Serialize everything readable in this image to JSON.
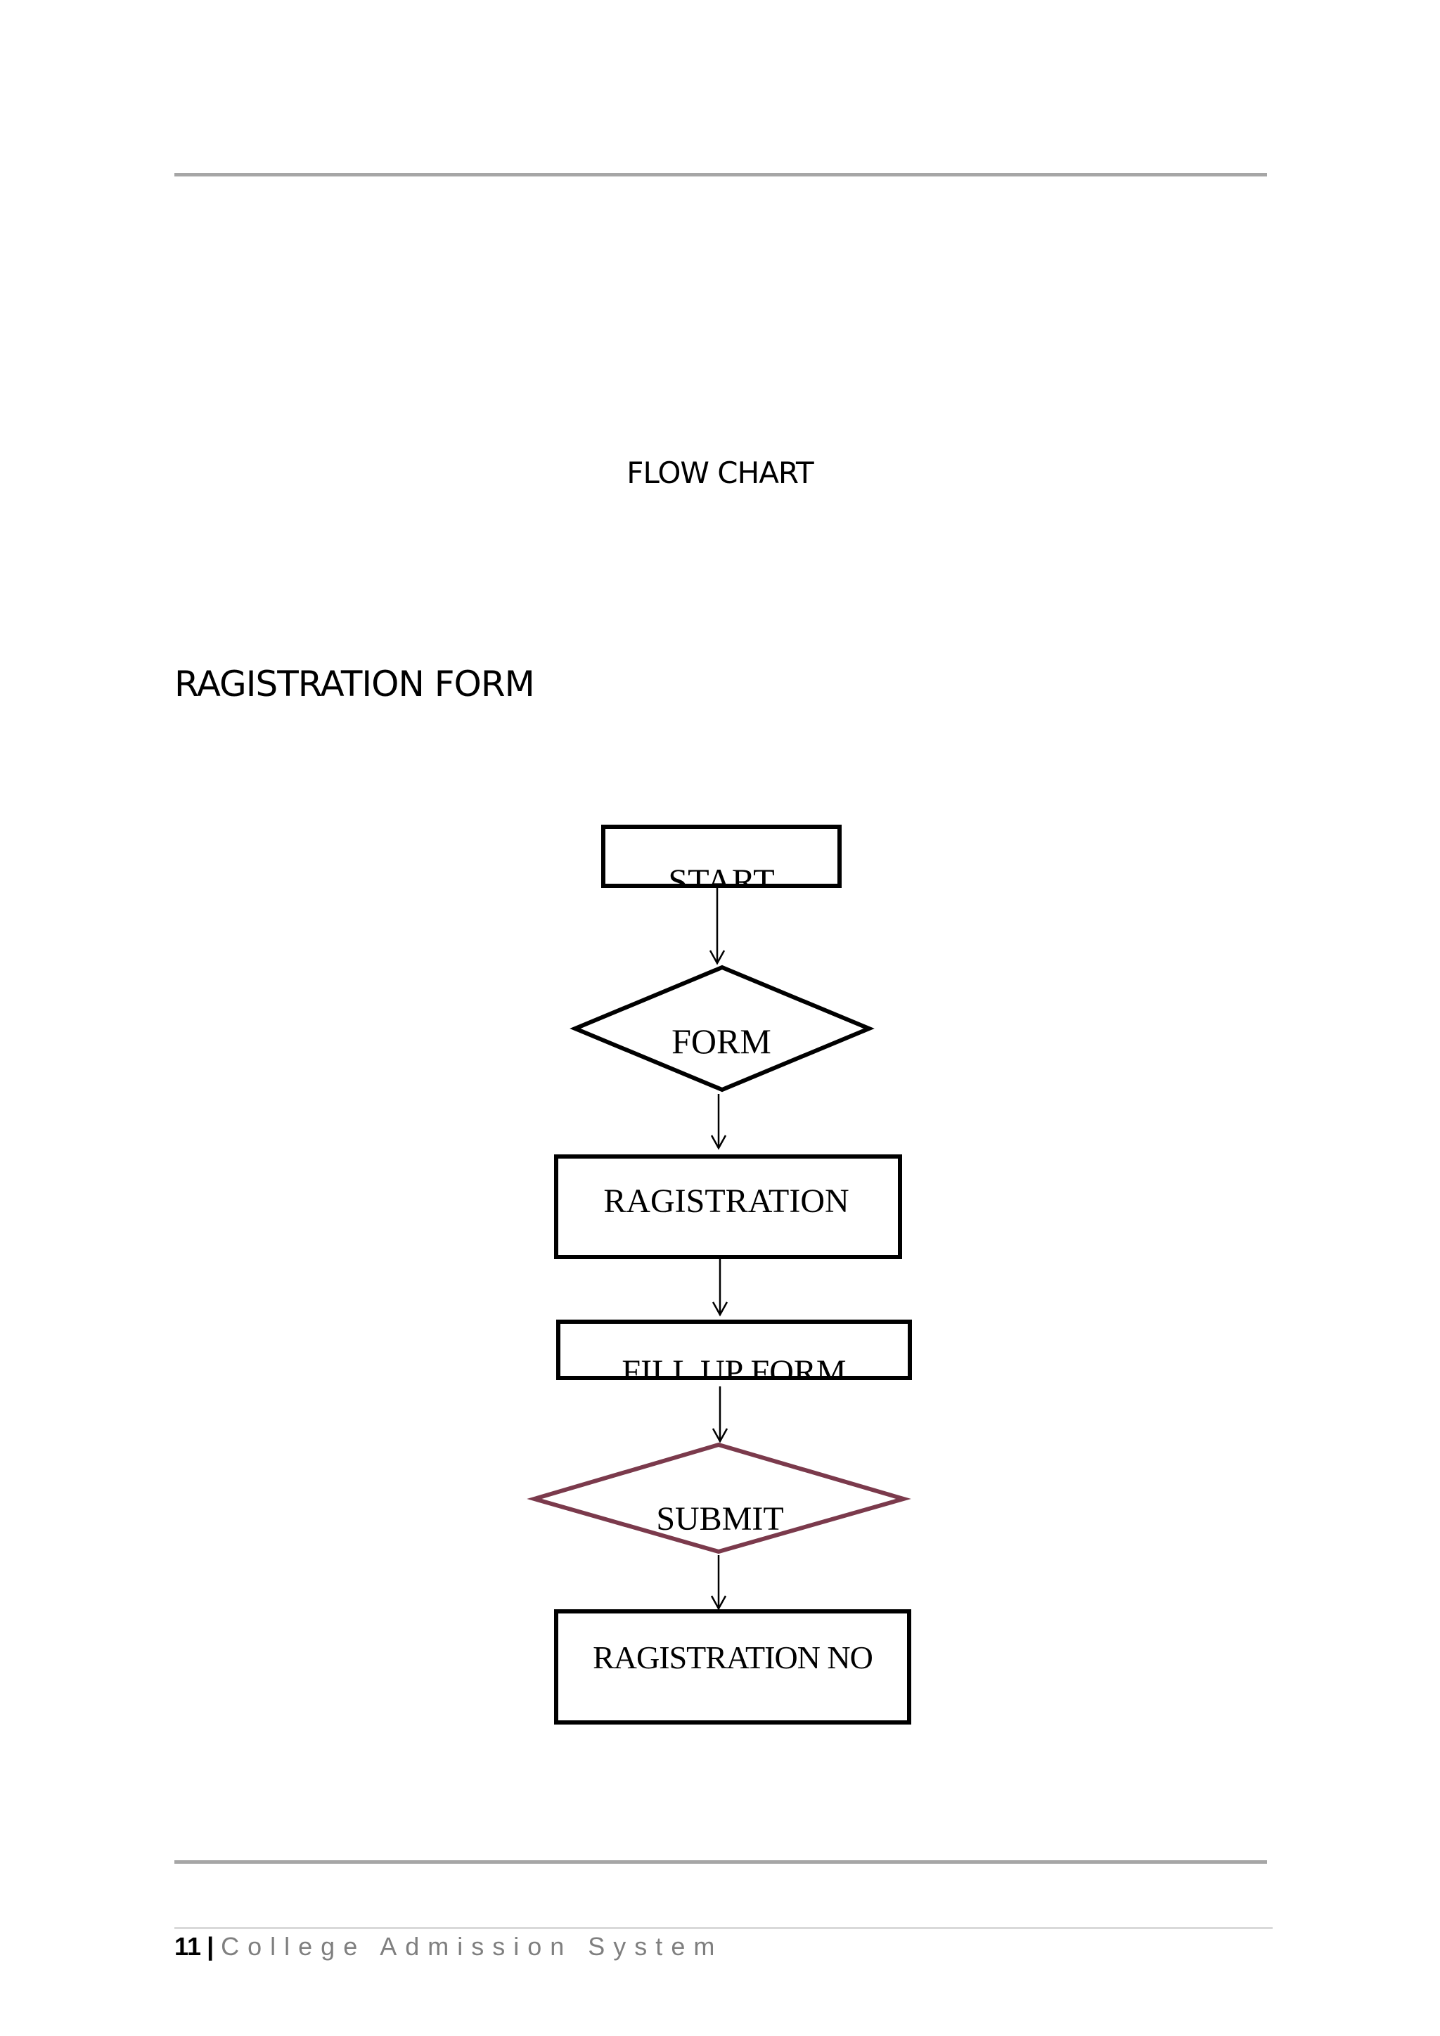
{
  "header": {},
  "page_title": "FLOW CHART",
  "section_heading": "RAGISTRATION FORM",
  "flowchart": {
    "nodes": [
      {
        "id": "start",
        "shape": "rectangle",
        "label": "START"
      },
      {
        "id": "form",
        "shape": "diamond",
        "label": "FORM"
      },
      {
        "id": "ragistration",
        "shape": "rectangle",
        "label": "RAGISTRATION"
      },
      {
        "id": "fill-up-form",
        "shape": "rectangle",
        "label": "FILL UP FORM"
      },
      {
        "id": "submit",
        "shape": "diamond",
        "label": "SUBMIT"
      },
      {
        "id": "ragistration-no",
        "shape": "rectangle",
        "label": "RAGISTRATION NO"
      }
    ],
    "edges": [
      {
        "from": "start",
        "to": "form"
      },
      {
        "from": "form",
        "to": "ragistration"
      },
      {
        "from": "ragistration",
        "to": "fill-up-form"
      },
      {
        "from": "fill-up-form",
        "to": "submit"
      },
      {
        "from": "submit",
        "to": "ragistration-no"
      }
    ],
    "colors": {
      "stroke": "#000000",
      "submit_stroke": "#7b3a4c"
    }
  },
  "footer": {
    "page_number": "11",
    "separator": "|",
    "document_name": "College Admission System"
  }
}
